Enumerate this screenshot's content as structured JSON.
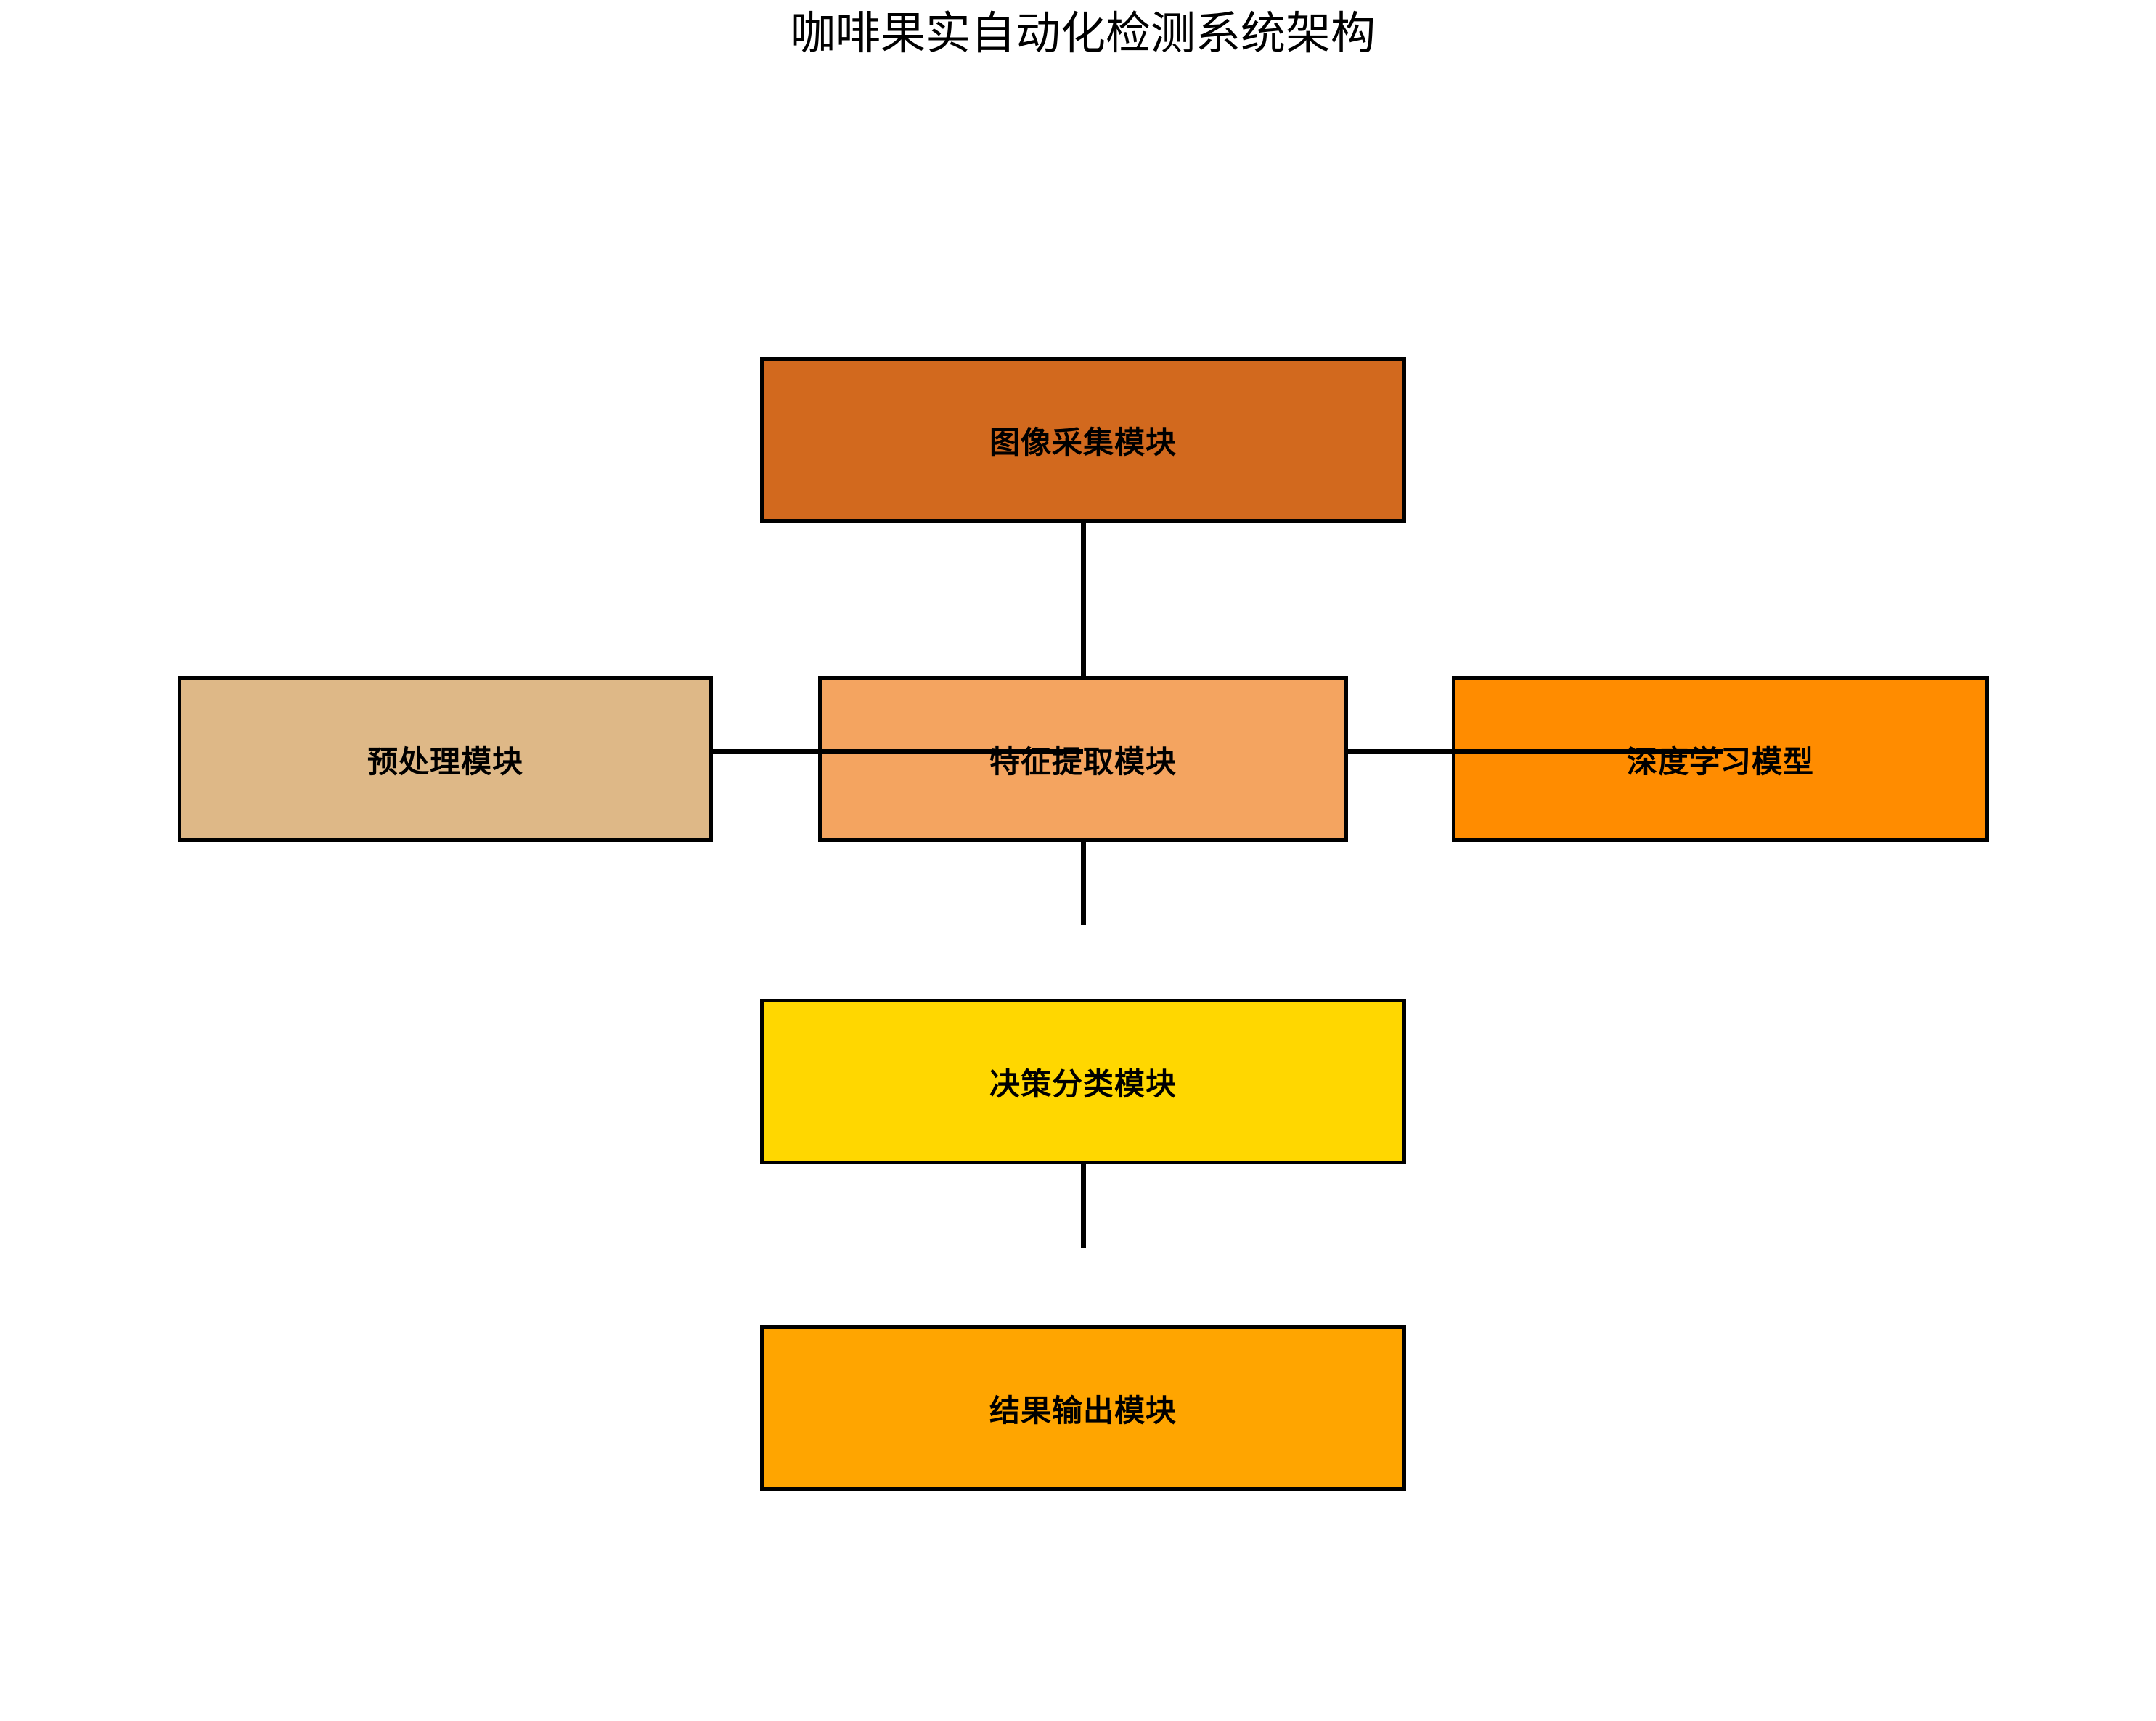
{
  "title": "咖啡果实自动化检测系统架构",
  "diagram": {
    "background": "#FFFFFF",
    "border_color": "#000000",
    "line_color": "#000000",
    "text_color": "#000000",
    "nodes": {
      "image_acquisition": {
        "label": "图像采集模块",
        "color": "#D2691E"
      },
      "preprocessing": {
        "label": "预处理模块",
        "color": "#DEB887"
      },
      "feature_extraction": {
        "label": "特征提取模块",
        "color": "#F4A460"
      },
      "deep_learning": {
        "label": "深度学习模型",
        "color": "#FF8C00"
      },
      "decision": {
        "label": "决策分类模块",
        "color": "#FFD700"
      },
      "output": {
        "label": "结果输出模块",
        "color": "#FFA500"
      }
    },
    "edges": [
      {
        "from": "image_acquisition",
        "to": "feature_extraction"
      },
      {
        "from": "preprocessing",
        "to": "feature_extraction"
      },
      {
        "from": "feature_extraction",
        "to": "deep_learning"
      },
      {
        "from": "feature_extraction",
        "to": "decision"
      },
      {
        "from": "decision",
        "to": "output"
      }
    ]
  }
}
